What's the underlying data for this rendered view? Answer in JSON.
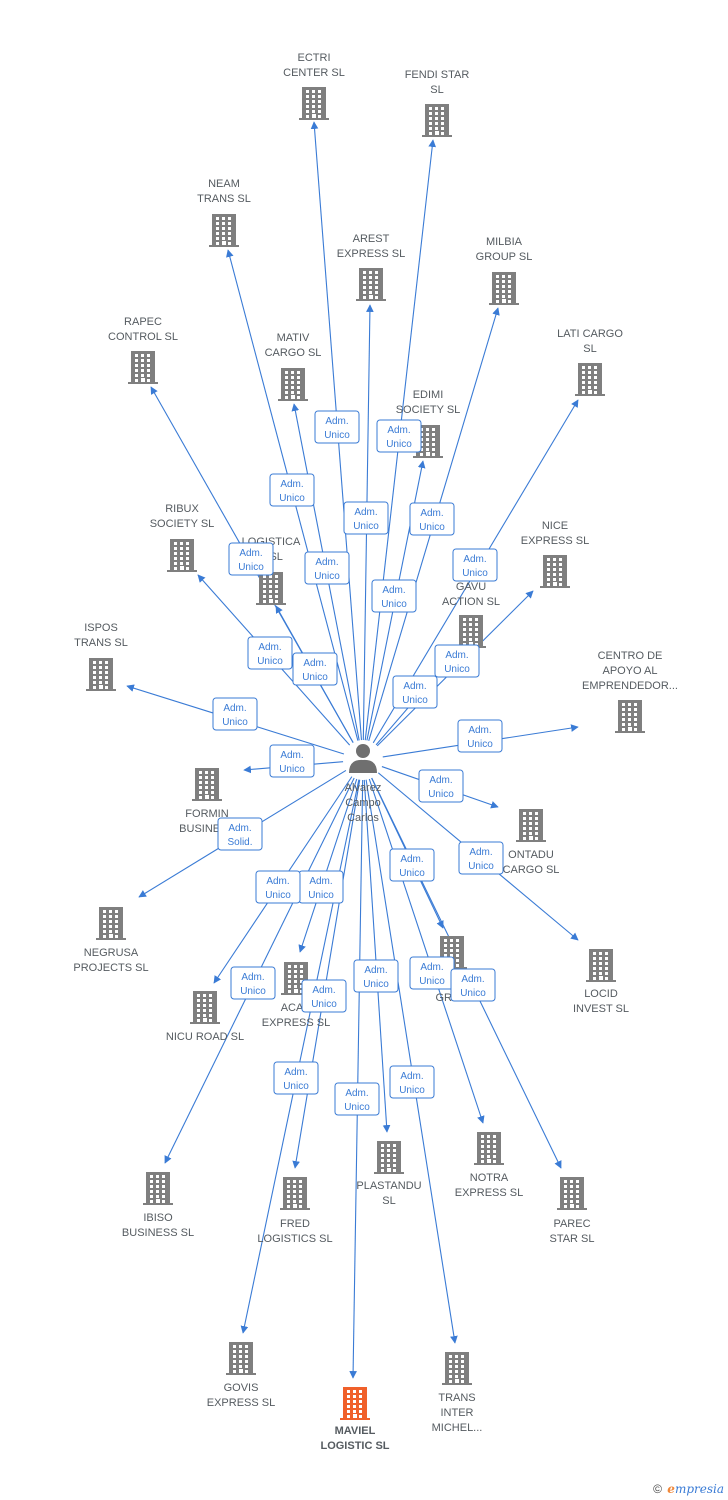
{
  "colors": {
    "edge": "#3a7bd5",
    "building": "#7f7f7f",
    "building_highlight": "#f0602a",
    "label": "#555b60",
    "role_border": "#3a7bd5",
    "role_text": "#3a7bd5"
  },
  "person": {
    "name_lines": [
      "Alvarez",
      "Campo",
      "Carlos"
    ],
    "icon": "person-icon"
  },
  "companies": [
    {
      "id": "ectri-center",
      "lines": [
        "ECTRI",
        "CENTER  SL"
      ],
      "icon": "building-icon"
    },
    {
      "id": "fendi-star",
      "lines": [
        "FENDI STAR",
        "SL"
      ],
      "icon": "building-icon"
    },
    {
      "id": "neam-trans",
      "lines": [
        "NEAM",
        "TRANS  SL"
      ],
      "icon": "building-icon"
    },
    {
      "id": "arest-express",
      "lines": [
        "AREST",
        "EXPRESS  SL"
      ],
      "icon": "building-icon"
    },
    {
      "id": "milbia-group",
      "lines": [
        "MILBIA",
        "GROUP  SL"
      ],
      "icon": "building-icon"
    },
    {
      "id": "rapec-control",
      "lines": [
        "RAPEC",
        "CONTROL  SL"
      ],
      "icon": "building-icon"
    },
    {
      "id": "mativ-cargo",
      "lines": [
        "MATIV",
        "CARGO  SL"
      ],
      "icon": "building-icon"
    },
    {
      "id": "lati-cargo",
      "lines": [
        "LATI CARGO",
        "SL"
      ],
      "icon": "building-icon"
    },
    {
      "id": "edimi-society",
      "lines": [
        "EDIMI",
        "SOCIETY  SL"
      ],
      "icon": "building-icon"
    },
    {
      "id": "ribux-society",
      "lines": [
        "RIBUX",
        "SOCIETY  SL"
      ],
      "icon": "building-icon"
    },
    {
      "id": "logistica",
      "lines": [
        "LOGISTICA",
        "X  SL"
      ],
      "icon": "building-icon"
    },
    {
      "id": "nice-express",
      "lines": [
        "NICE",
        "EXPRESS  SL"
      ],
      "icon": "building-icon"
    },
    {
      "id": "gavu-action",
      "lines": [
        "GAVU",
        "ACTION  SL"
      ],
      "icon": "building-icon"
    },
    {
      "id": "ispos-trans",
      "lines": [
        "ISPOS",
        "TRANS  SL"
      ],
      "icon": "building-icon"
    },
    {
      "id": "centro-apoyo",
      "lines": [
        "CENTRO DE",
        "APOYO AL",
        "EMPRENDEDOR..."
      ],
      "icon": "building-icon"
    },
    {
      "id": "formin-business",
      "lines": [
        "FORMIN",
        "BUSINESS"
      ],
      "icon": "building-icon"
    },
    {
      "id": "ontadu-cargo",
      "lines": [
        "ONTADU",
        "CARGO  SL"
      ],
      "icon": "building-icon"
    },
    {
      "id": "negrusa-projects",
      "lines": [
        "NEGRUSA",
        "PROJECTS  SL"
      ],
      "icon": "building-icon"
    },
    {
      "id": "locid-invest",
      "lines": [
        "LOCID",
        "INVEST  SL"
      ],
      "icon": "building-icon"
    },
    {
      "id": "grou",
      "lines": [
        "GROU"
      ],
      "icon": "building-icon"
    },
    {
      "id": "acar-express",
      "lines": [
        "ACAR",
        "EXPRESS  SL"
      ],
      "icon": "building-icon"
    },
    {
      "id": "nicu-road",
      "lines": [
        "NICU ROAD  SL"
      ],
      "icon": "building-icon"
    },
    {
      "id": "ibiso-business",
      "lines": [
        "IBISO",
        "BUSINESS  SL"
      ],
      "icon": "building-icon"
    },
    {
      "id": "fred-logistics",
      "lines": [
        "FRED",
        "LOGISTICS  SL"
      ],
      "icon": "building-icon"
    },
    {
      "id": "plastandu",
      "lines": [
        "PLASTANDU",
        "SL"
      ],
      "icon": "building-icon"
    },
    {
      "id": "notra-express",
      "lines": [
        "NOTRA",
        "EXPRESS  SL"
      ],
      "icon": "building-icon"
    },
    {
      "id": "parec-star",
      "lines": [
        "PAREC",
        "STAR  SL"
      ],
      "icon": "building-icon"
    },
    {
      "id": "govis-express",
      "lines": [
        "GOVIS",
        "EXPRESS  SL"
      ],
      "icon": "building-icon"
    },
    {
      "id": "maviel-logistic",
      "lines": [
        "MAVIEL",
        "LOGISTIC  SL"
      ],
      "icon": "building-icon",
      "highlight": true
    },
    {
      "id": "trans-inter-michel",
      "lines": [
        "TRANS",
        "INTER",
        "MICHEL..."
      ],
      "icon": "building-icon"
    }
  ],
  "roles": {
    "adm_unico": [
      "Adm.",
      "Unico"
    ],
    "adm_solid": [
      "Adm.",
      "Solid."
    ]
  },
  "footer": {
    "copyright": "©",
    "brand_first": "e",
    "brand_rest": "mpresia"
  }
}
